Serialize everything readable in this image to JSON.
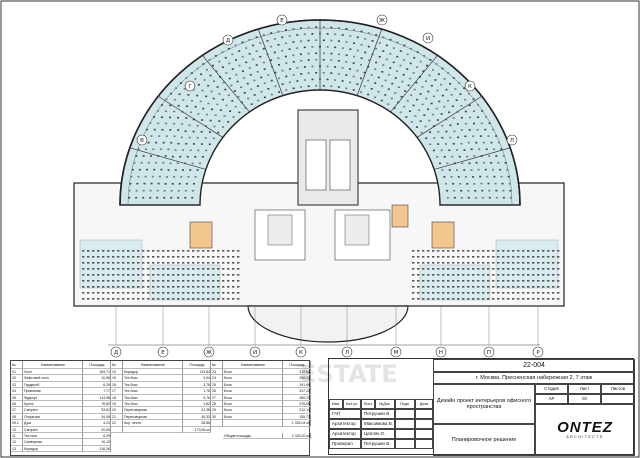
{
  "project_code": "22-004",
  "address": "г. Москва, Пресненская набережная 2, 7 этаж",
  "project_title": "Дизайн проект интерьеров офисного пространства",
  "sheet_title": "Планировочное решение",
  "stage_header": "Стадия",
  "sheet_header": "Лист",
  "sheets_header": "Листов",
  "stage_value": "АР",
  "sheet_value": "03",
  "sheets_value": "",
  "signature_headers": [
    "Изм.",
    "Кол.уч.",
    "Лист",
    "№Док.",
    "Подп.",
    "Дата"
  ],
  "signatures": [
    {
      "role": "ГАП",
      "name": "Петрушин В."
    },
    {
      "role": "Архитектор",
      "name": "Максимова В."
    },
    {
      "role": "Архитектор",
      "name": "Цепляк О."
    },
    {
      "role": "Проверил",
      "name": "Петрушин В."
    }
  ],
  "logo_text": "ONTEZ",
  "logo_sub": "ARCHITECTS",
  "watermark": "ESTATE",
  "axis_labels_bottom": [
    "Д",
    "Е",
    "Ж",
    "И",
    "К",
    "Л",
    "М",
    "Н",
    "П",
    "Р"
  ],
  "axis_labels_top": [
    "В",
    "Г",
    "Д",
    "Е",
    "Ж",
    "И",
    "К",
    "Л"
  ],
  "explication_headers": [
    "№",
    "Наименование",
    "Площадь",
    "№",
    "Наименование",
    "Площадь",
    "№",
    "Наименование",
    "Площадь"
  ],
  "explication_col1": [
    [
      "01",
      "Холл",
      "164,71"
    ],
    [
      "02",
      "Лифтовой холл",
      "10,56"
    ],
    [
      "03",
      "Гардероб",
      "6,29"
    ],
    [
      "04",
      "Приемная",
      "7,77"
    ],
    [
      "05",
      "Фудкорт",
      "113,98"
    ],
    [
      "06",
      "Кухня",
      "78,82"
    ],
    [
      "07",
      "Санузел",
      "33,62"
    ],
    [
      "08",
      "Открытая",
      "34,08"
    ],
    [
      "09.1",
      "Душ",
      "4,24"
    ],
    [
      "10",
      "Санузел",
      "20,60"
    ],
    [
      "11",
      "Тех.пом.",
      "6,25"
    ],
    [
      "12",
      "Серверная",
      "10,13"
    ],
    [
      "13",
      "Коридор",
      "116,26"
    ]
  ],
  "explication_col2": [
    [
      "14",
      "Коридор",
      "113,84"
    ],
    [
      "15",
      "Тех.бокс",
      "3,04"
    ],
    [
      "16",
      "Тех.бокс",
      "3,76"
    ],
    [
      "17",
      "Тех.бокс",
      "1,76"
    ],
    [
      "18",
      "Тех.бокс",
      "3,76"
    ],
    [
      "19",
      "Тех.бокс",
      "1,82"
    ],
    [
      "20",
      "Переговорная",
      "41,38"
    ],
    [
      "21",
      "Переговорная",
      "40,33"
    ],
    [
      "22",
      "Кор. лестн.",
      "28,86"
    ],
    [
      "",
      "",
      "173,56 м²"
    ]
  ],
  "explication_col3": [
    [
      "23",
      "Блок",
      "372,82"
    ],
    [
      "24",
      "Блок",
      "260,33"
    ],
    [
      "25",
      "Блок",
      "191,69"
    ],
    [
      "26",
      "Блок",
      "247,22"
    ],
    [
      "27",
      "Блок",
      "380,21"
    ],
    [
      "28",
      "Блок",
      "276,90"
    ],
    [
      "29",
      "Блок",
      "212,14"
    ],
    [
      "30",
      "Блок",
      "155,73"
    ],
    [
      "",
      "",
      "1 334,04 м²"
    ]
  ],
  "total_label": "Общая площадь",
  "total_value": "2 403,20 м²"
}
